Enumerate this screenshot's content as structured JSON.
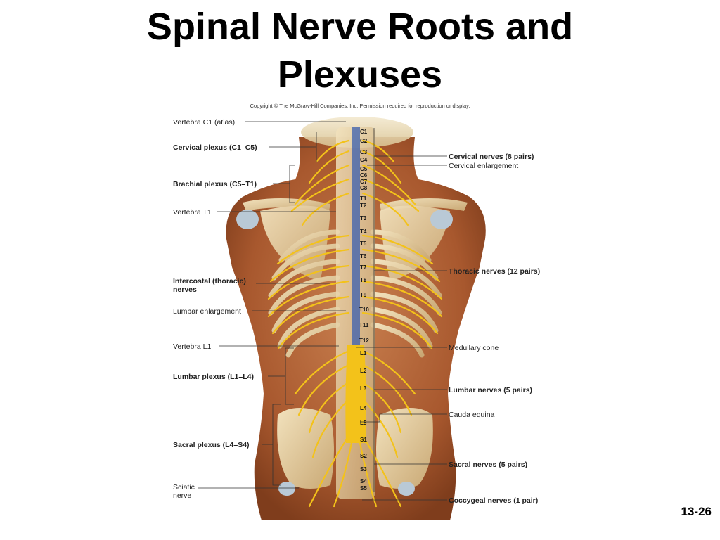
{
  "slide": {
    "title_line1": "Spinal Nerve Roots and",
    "title_line2": "Plexuses",
    "copyright": "Copyright © The McGraw-Hill Companies, Inc. Permission required for reproduction or display.",
    "slide_number": "13-26"
  },
  "left_labels": [
    {
      "text": "Vertebra C1 (atlas)",
      "bold": false
    },
    {
      "text": "Cervical plexus (C1–C5)",
      "bold": true
    },
    {
      "text": "Brachial plexus (C5–T1)",
      "bold": true
    },
    {
      "text": "Vertebra T1",
      "bold": false
    },
    {
      "text": "Intercostal (thoracic)",
      "bold": true
    },
    {
      "text": "nerves",
      "bold": true
    },
    {
      "text": "Lumbar enlargement",
      "bold": false
    },
    {
      "text": "Vertebra L1",
      "bold": false
    },
    {
      "text": "Lumbar plexus (L1–L4)",
      "bold": true
    },
    {
      "text": "Sacral plexus (L4–S4)",
      "bold": true
    },
    {
      "text": "Sciatic",
      "bold": false
    },
    {
      "text": "nerve",
      "bold": false
    }
  ],
  "right_labels": [
    {
      "text": "Cervical nerves (8 pairs)",
      "bold": true
    },
    {
      "text": "Cervical enlargement",
      "bold": false
    },
    {
      "text": "Thoracic nerves (12 pairs)",
      "bold": true
    },
    {
      "text": "Medullary cone",
      "bold": false
    },
    {
      "text": "Lumbar nerves (5 pairs)",
      "bold": true
    },
    {
      "text": "Cauda equina",
      "bold": false
    },
    {
      "text": "Sacral nerves (5 pairs)",
      "bold": true
    },
    {
      "text": "Coccygeal nerves (1 pair)",
      "bold": true
    }
  ],
  "vertebra_labels": [
    "C1",
    "C2",
    "C3",
    "C4",
    "C5",
    "C6",
    "C7",
    "C8",
    "T1",
    "T2",
    "T3",
    "T4",
    "T5",
    "T6",
    "T7",
    "T8",
    "T9",
    "T10",
    "T11",
    "T12",
    "L1",
    "L2",
    "L3",
    "L4",
    "L5",
    "S1",
    "S2",
    "S3",
    "S4",
    "S5"
  ],
  "colors": {
    "skin": "#b86a3e",
    "skin_dark": "#8e4a26",
    "bone": "#e8d3a6",
    "bone_shadow": "#c9ac78",
    "nerve": "#f3c21a",
    "cord_blue": "#3a5fb0",
    "leader_line": "#333333"
  }
}
